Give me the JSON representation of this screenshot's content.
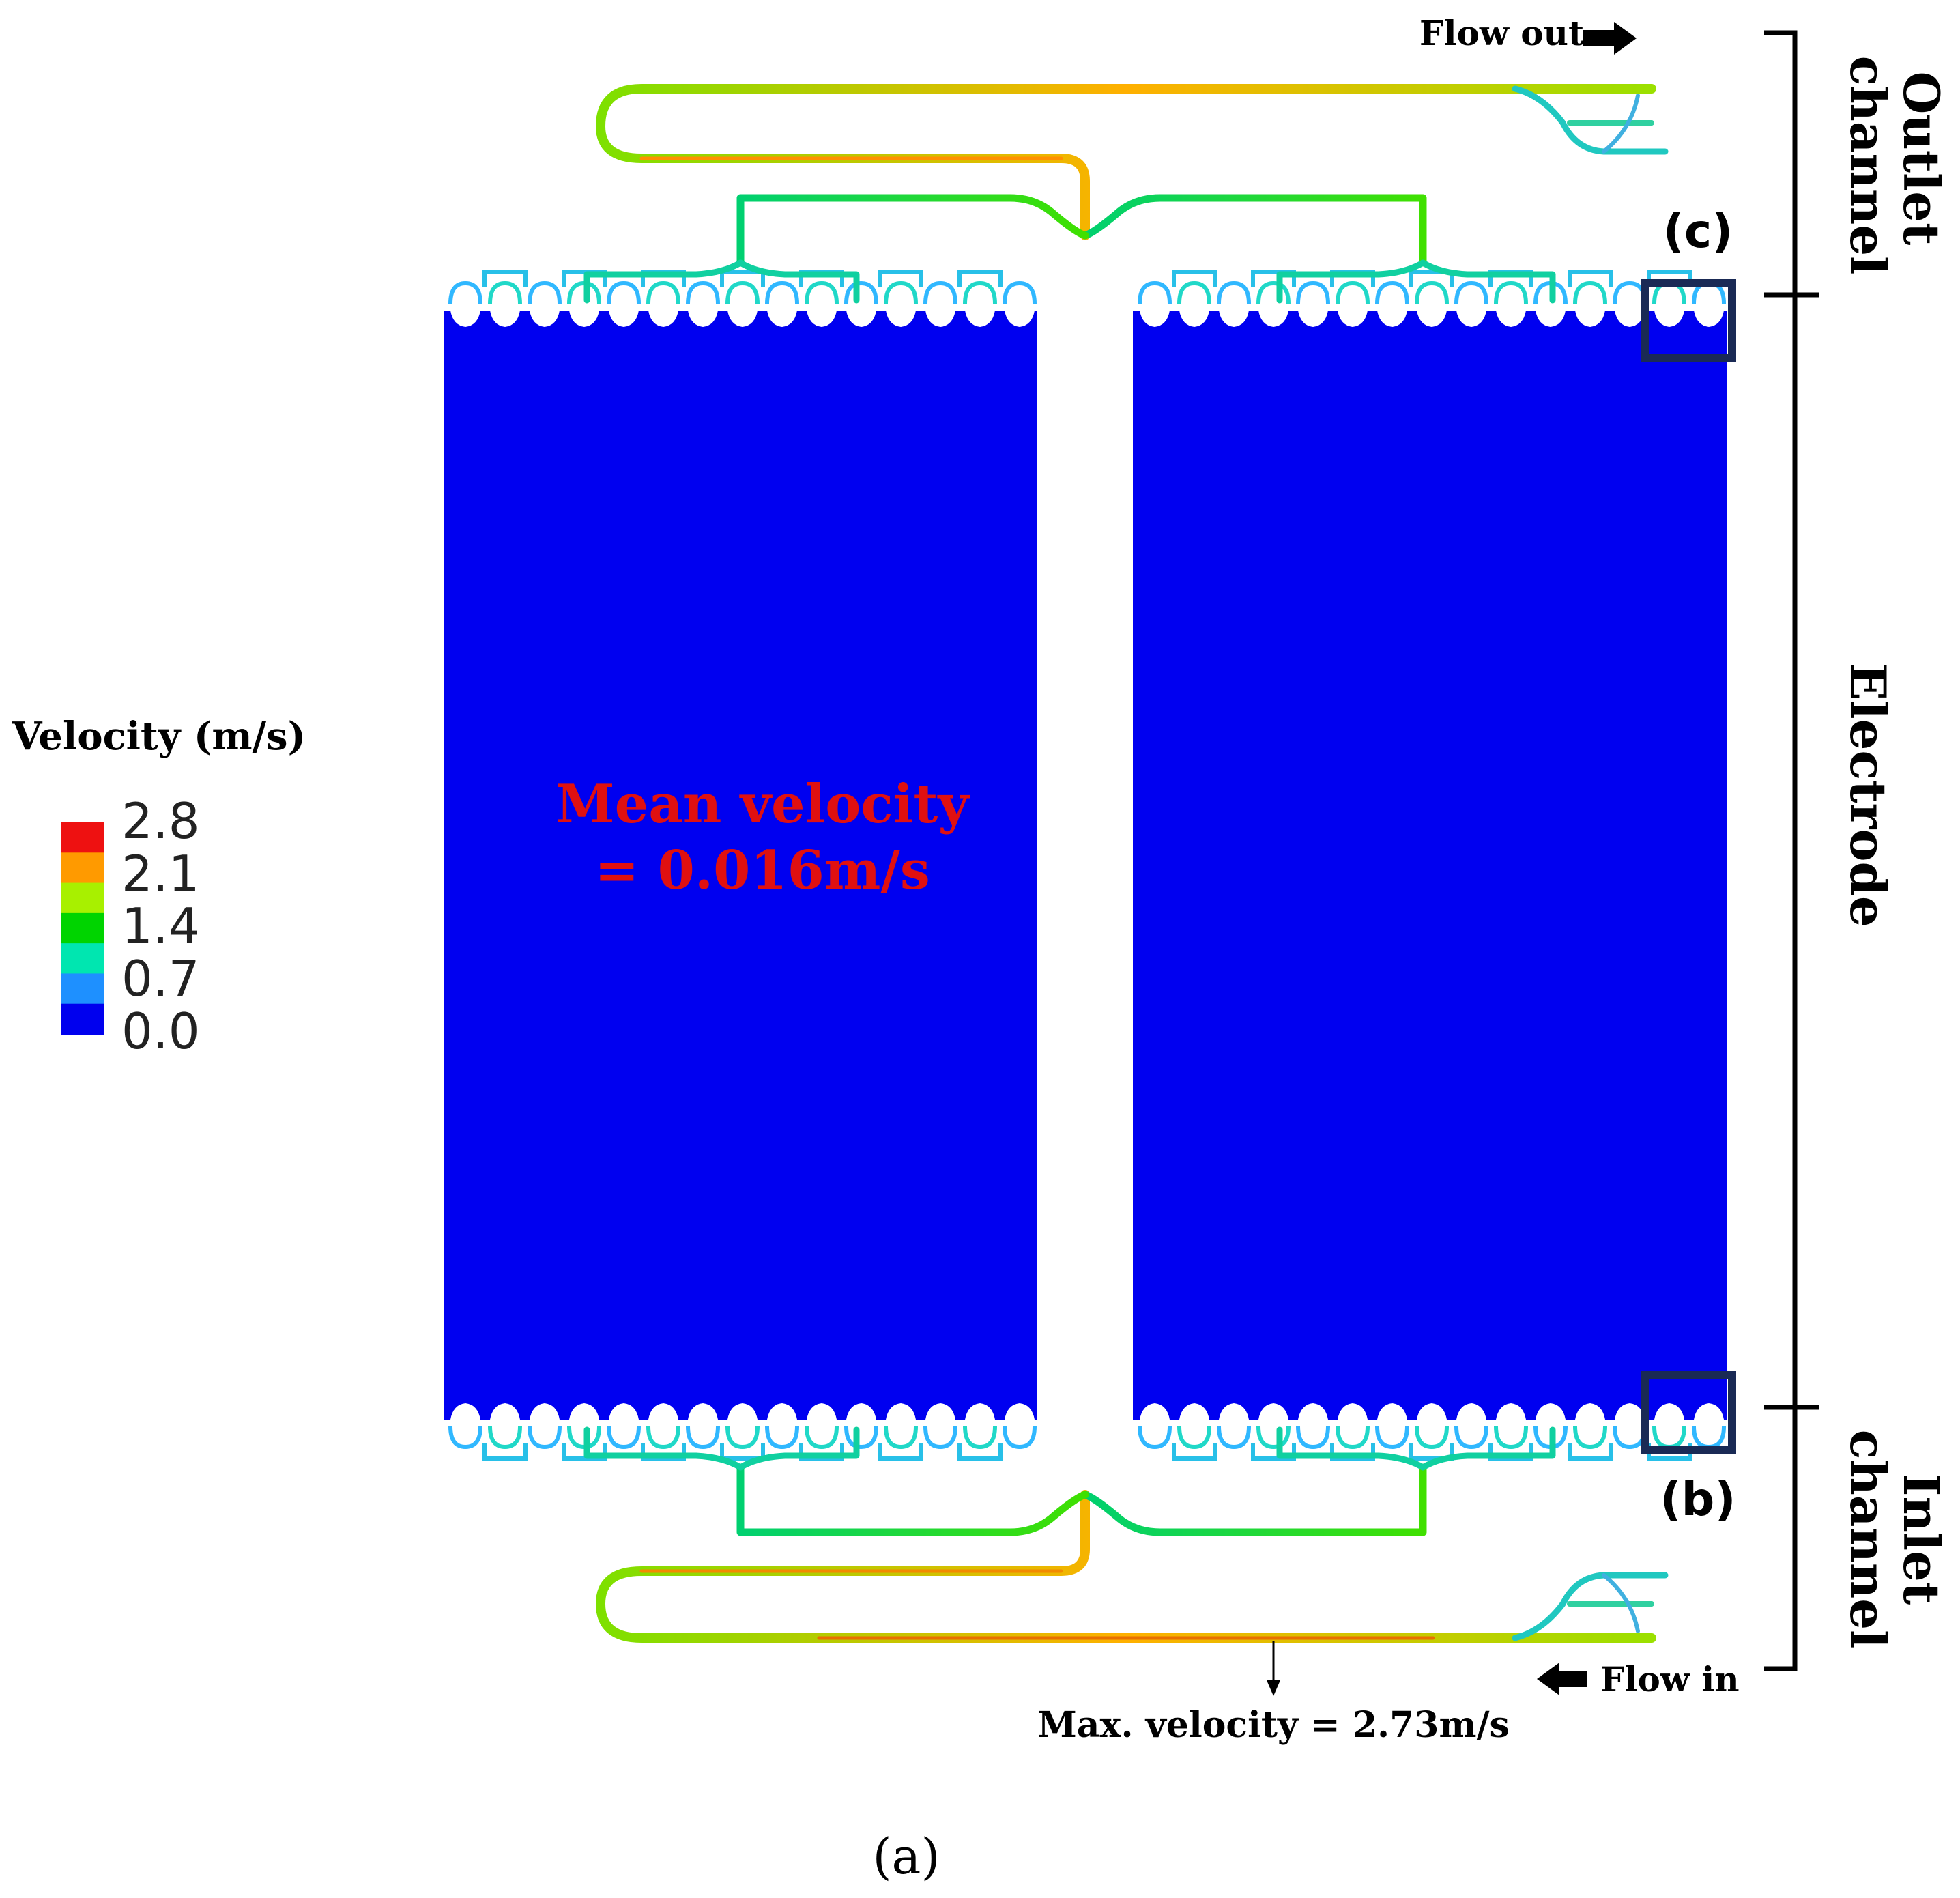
{
  "legend": {
    "title": "Velocity (m/s)",
    "ticks": [
      "2.8",
      "2.1",
      "1.4",
      "0.7",
      "0.0"
    ],
    "colors": [
      "#0000ee",
      "#1e90ff",
      "#00e6b0",
      "#00d400",
      "#a8f000",
      "#ff9a00",
      "#ee1111"
    ]
  },
  "electrode": {
    "color": "#0000f0",
    "mean_velocity_line1": "Mean velocity",
    "mean_velocity_line2": "= 0.016m/s",
    "annotation_color": "#e01010"
  },
  "flow": {
    "out_label": "Flow out",
    "in_label": "Flow in",
    "max_velocity_label": "Max. velocity = 2.73m/s"
  },
  "regions": {
    "outlet_line1": "Outlet",
    "outlet_line2": "channel",
    "electrode": "Electrode",
    "inlet_line1": "Inlet",
    "inlet_line2": "channel"
  },
  "callouts": {
    "c": "(c)",
    "b": "(b)",
    "box_color": "#1a2a55"
  },
  "caption": "(a)"
}
